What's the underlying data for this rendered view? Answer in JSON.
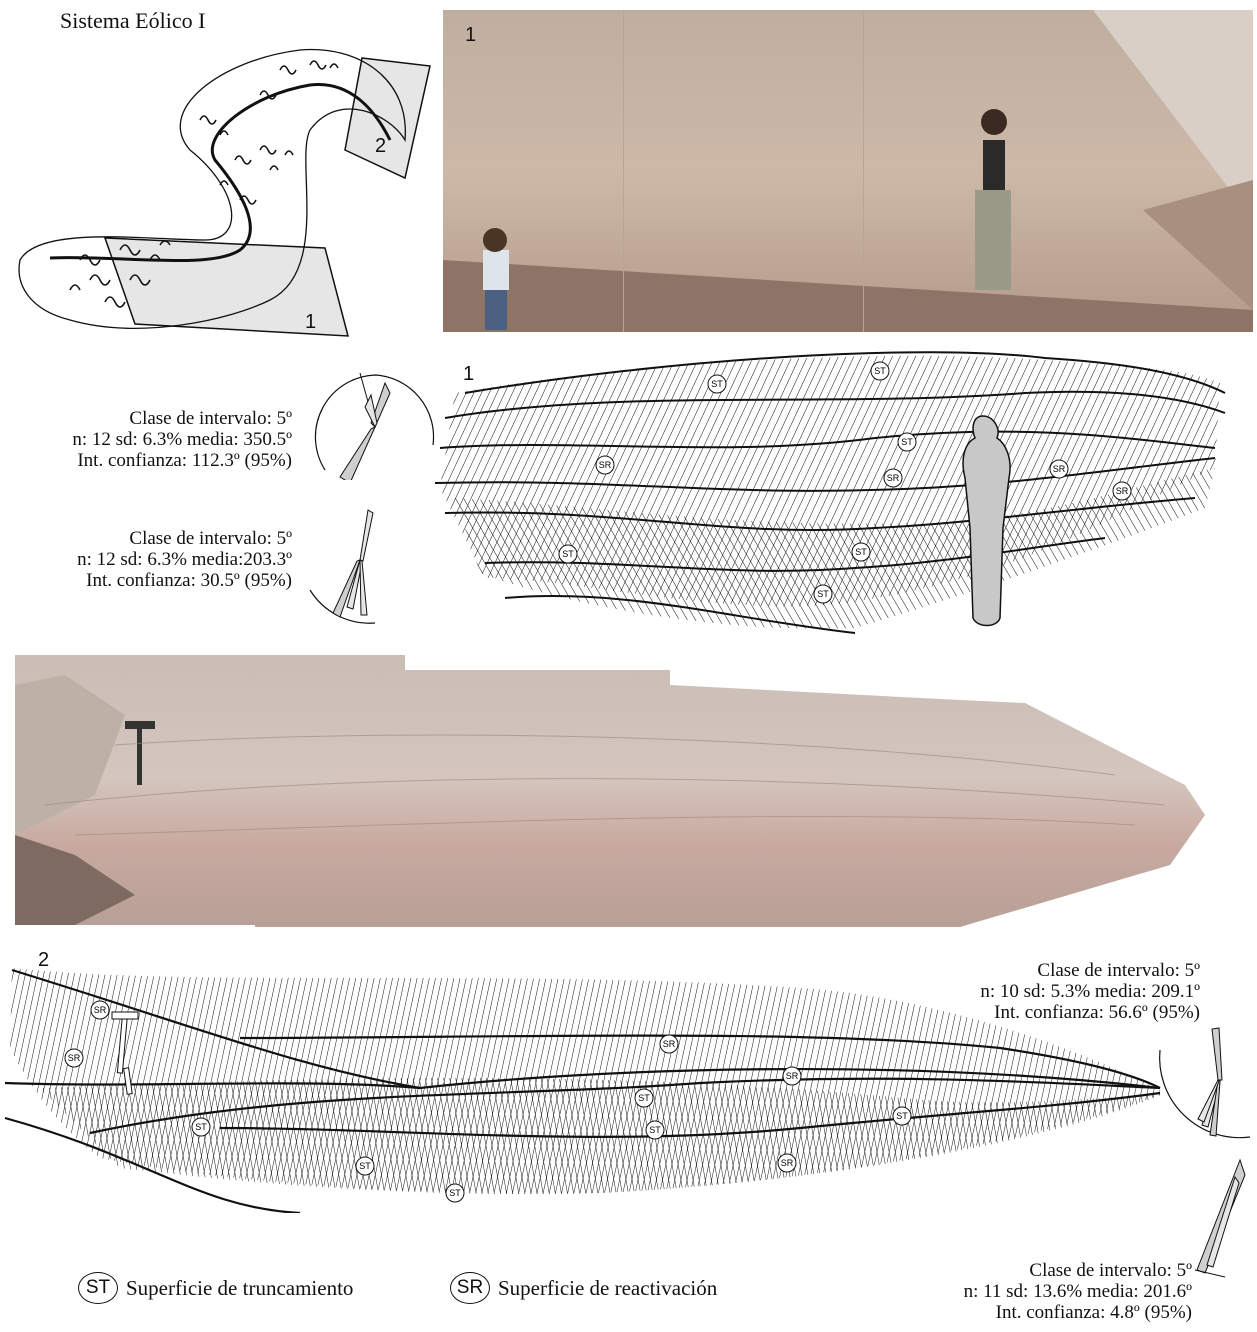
{
  "figure": {
    "title": "Sistema Eólico I",
    "sketch_labels": [
      "1",
      "2"
    ],
    "photo_1_label": "1",
    "sketch_1_label": "1",
    "photo_2_label": "2",
    "sketch_2_label": "2"
  },
  "stats": {
    "rose_a": {
      "line1": "Clase de intervalo: 5º",
      "line2": "n: 12 sd: 6.3% media: 350.5º",
      "line3": "Int. confianza: 112.3º (95%)"
    },
    "rose_b": {
      "line1": "Clase de intervalo: 5º",
      "line2": "n: 12 sd: 6.3% media:203.3º",
      "line3": "Int. confianza: 30.5º (95%)"
    },
    "rose_c": {
      "line1": "Clase de intervalo: 5º",
      "line2": "n: 10 sd: 5.3% media: 209.1º",
      "line3": "Int. confianza: 56.6º (95%)"
    },
    "rose_d": {
      "line1": "Clase de intervalo: 5º",
      "line2": "n: 11 sd: 13.6%   media: 201.6º",
      "line3": "Int. confianza: 4.8º (95%)"
    }
  },
  "surface_labels": {
    "st": "ST",
    "sr": "SR"
  },
  "legend": {
    "st_badge": "ST",
    "st_text": "Superficie de truncamiento",
    "sr_badge": "SR",
    "sr_text": "Superficie de reactivación"
  },
  "colors": {
    "photo_rock": "#c8b4a4",
    "silhouette": "#c8c8c8",
    "sketch_plane": "#e6e6e6"
  }
}
